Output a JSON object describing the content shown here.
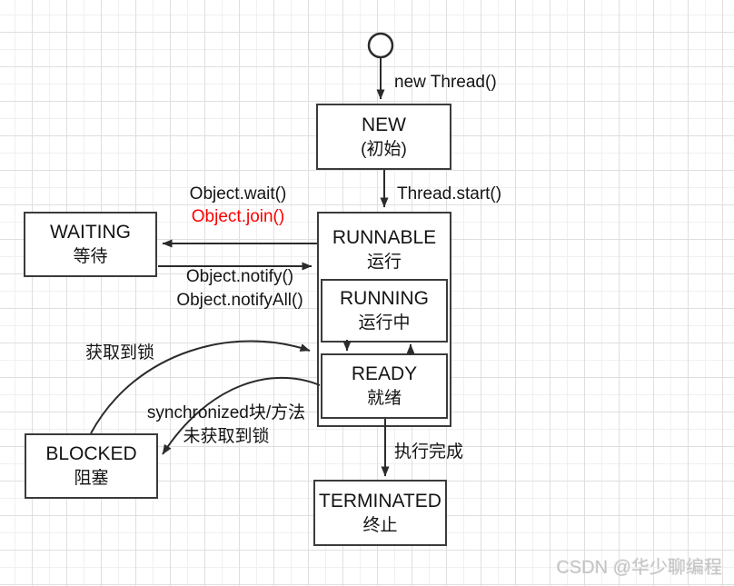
{
  "diagram": {
    "subject": "java-thread-state-diagram",
    "nodes": {
      "new": {
        "title": "NEW",
        "subtitle": "(初始)"
      },
      "runnable": {
        "title": "RUNNABLE",
        "subtitle": "运行"
      },
      "running": {
        "title": "RUNNING",
        "subtitle": "运行中"
      },
      "ready": {
        "title": "READY",
        "subtitle": "就绪"
      },
      "waiting": {
        "title": "WAITING",
        "subtitle": "等待"
      },
      "blocked": {
        "title": "BLOCKED",
        "subtitle": "阻塞"
      },
      "terminated": {
        "title": "TERMINATED",
        "subtitle": "终止"
      }
    },
    "edge_labels": {
      "new_thread": "new Thread()",
      "thread_start": "Thread.start()",
      "object_wait": "Object.wait()",
      "object_join": "Object.join()",
      "object_notify": "Object.notify()",
      "object_notifyall": "Object.notifyAll()",
      "acquire_lock": "获取到锁",
      "sync_block": "synchronized块/方法",
      "not_acquire_lock": "未获取到锁",
      "exec_done": "执行完成"
    },
    "colors": {
      "line": "#2b2b2b",
      "box_border": "#3b3b3b",
      "highlight_red": "#ff0000",
      "grid_minor": "#f0f0f0",
      "grid_major": "#dfdfdf",
      "watermark_gray": "#c3c3c3"
    }
  },
  "watermark": "CSDN @华少聊编程"
}
